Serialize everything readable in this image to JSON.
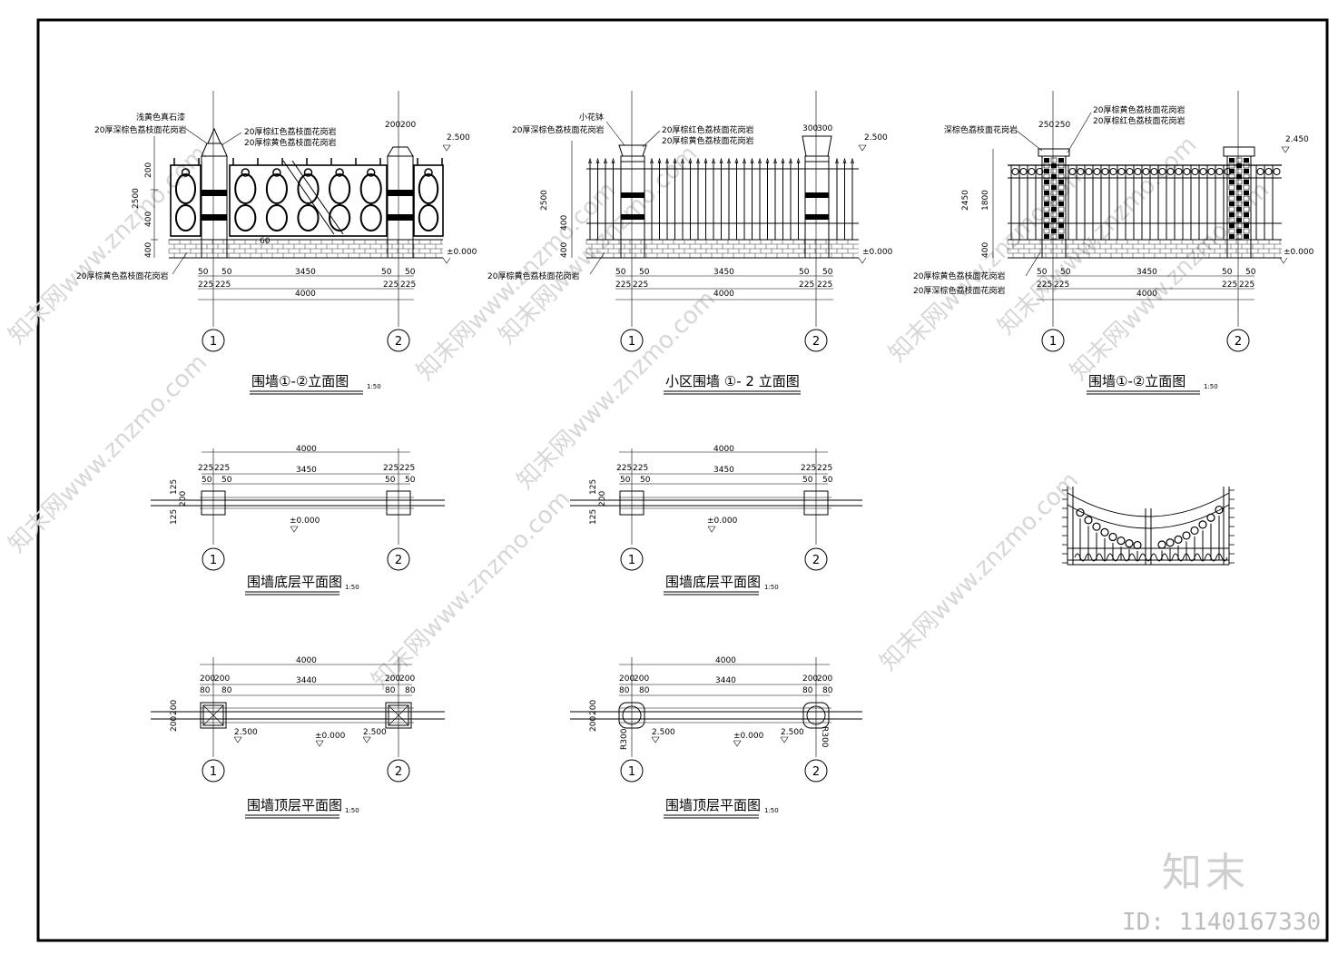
{
  "panels": {
    "e1": {
      "title": "围墙①-②立面图",
      "scale": "1:50",
      "notes": [
        "浅黄色真石漆",
        "20厚深棕色荔枝面花岗岩",
        "20厚棕红色荔枝面花岗岩",
        "20厚棕黄色荔枝面花岗岩",
        "20厚棕黄色荔枝面花岗岩"
      ],
      "dims": {
        "pier": "225",
        "fence": "3450",
        "total": "4000",
        "cap": "200",
        "edge": "50",
        "height": "2500",
        "base": "400",
        "mid": "400",
        "top": "200",
        "elev_top": "2.500",
        "elev_zero": "±0.000",
        "bar": "60"
      }
    },
    "e2": {
      "title": "小区围墙 ①- 2 立面图",
      "notes": [
        "小花钵",
        "20厚深棕色荔枝面花岗岩",
        "20厚棕红色荔枝面花岗岩",
        "20厚棕黄色荔枝面花岗岩",
        "20厚棕黄色荔枝面花岗岩"
      ],
      "dims": {
        "pier": "225",
        "fence": "3450",
        "total": "4000",
        "cap": "300",
        "edge": "50",
        "height": "2500",
        "base": "400",
        "mid": "400",
        "elev_top": "2.500",
        "elev_zero": "±0.000"
      }
    },
    "e3": {
      "title": "围墙①-②立面图",
      "scale": "1:50",
      "notes": [
        "20厚棕黄色荔枝面花岗岩",
        "20厚棕红色荔枝面花岗岩",
        "深棕色荔枝面花岗岩",
        "20厚棕黄色荔枝面花岗岩",
        "20厚深棕色荔枝面花岗岩"
      ],
      "dims": {
        "pier": "225",
        "fence": "3450",
        "total": "4000",
        "cap": "250",
        "edge": "50",
        "height": "2450",
        "mid": "1800",
        "base": "400",
        "elev_top": "2.450",
        "elev_zero": "±0.000"
      }
    },
    "p1": {
      "title": "围墙底层平面图",
      "scale": "1:50",
      "dims": {
        "total": "4000",
        "pier": "225",
        "fence": "3450",
        "edge": "50",
        "side": "125",
        "mid": "200",
        "elev": "±0.000"
      }
    },
    "p2": {
      "title": "围墙底层平面图",
      "scale": "1:50",
      "dims": {
        "total": "4000",
        "pier": "225",
        "fence": "3450",
        "edge": "50",
        "side": "125",
        "mid": "200",
        "elev": "±0.000"
      }
    },
    "p3": {
      "title": "围墙顶层平面图",
      "scale": "1:50",
      "dims": {
        "total": "4000",
        "pier": "200",
        "fence": "3440",
        "edge": "80",
        "side": "200",
        "elev_top": "2.500",
        "elev": "±0.000"
      }
    },
    "p4": {
      "title": "围墙顶层平面图",
      "scale": "1:50",
      "dims": {
        "total": "4000",
        "pier": "200",
        "fence": "3440",
        "edge": "80",
        "side": "200",
        "radius": "R300",
        "elev_top": "2.500",
        "elev": "±0.000"
      }
    }
  },
  "axes": [
    "1",
    "2"
  ],
  "watermark": {
    "site": "www.znzmo.com",
    "brand": "知末网",
    "logo": "知末",
    "id": "ID: 1140167330"
  }
}
